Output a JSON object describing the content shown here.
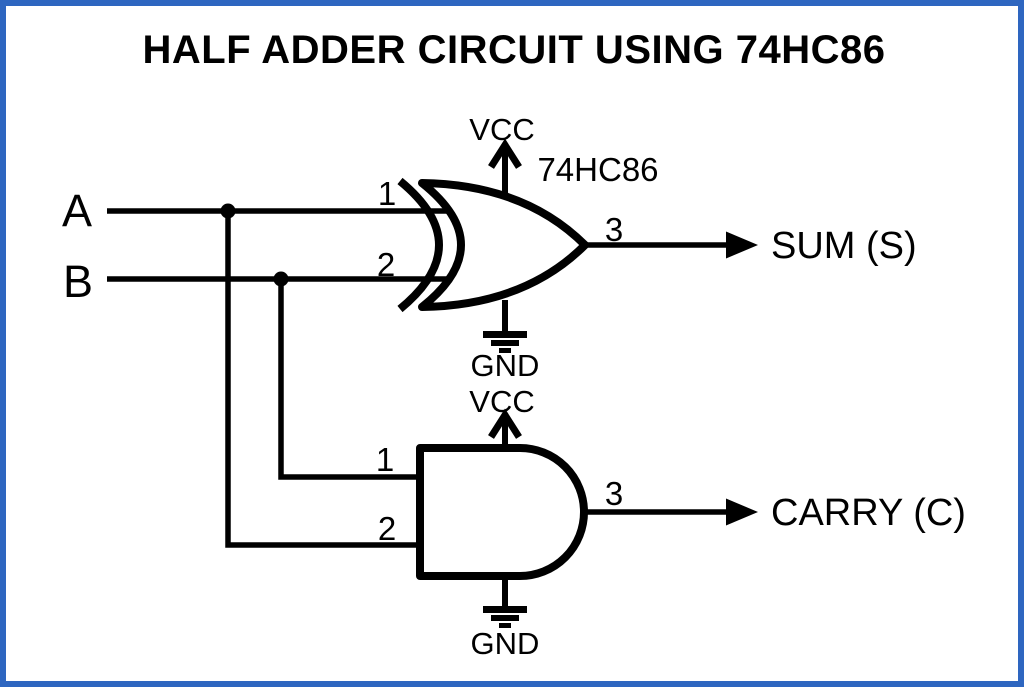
{
  "title": "HALF ADDER CIRCUIT USING 74HC86",
  "colors": {
    "border": "#2e66c0",
    "wire": "#000000",
    "text": "#000000",
    "background": "#ffffff"
  },
  "inputs": {
    "a_label": "A",
    "b_label": "B"
  },
  "outputs": {
    "sum_label": "SUM (S)",
    "carry_label": "CARRY (C)"
  },
  "gates": {
    "xor": {
      "type": "XOR",
      "chip_label": "74HC86",
      "power_label": "VCC",
      "ground_label": "GND",
      "pin_input1": "1",
      "pin_input2": "2",
      "pin_output": "3"
    },
    "and": {
      "type": "AND",
      "power_label": "VCC",
      "ground_label": "GND",
      "pin_input1": "1",
      "pin_input2": "2",
      "pin_output": "3"
    }
  }
}
